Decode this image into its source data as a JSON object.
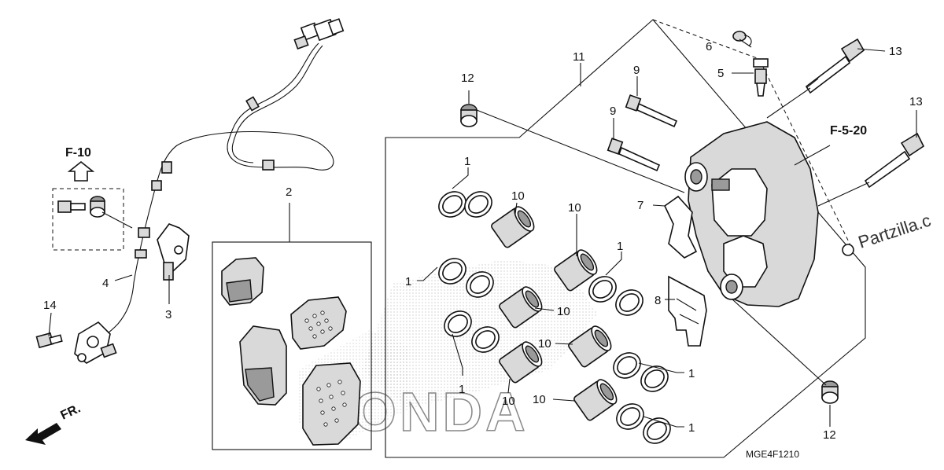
{
  "diagram": {
    "refs": {
      "f10": "F-10",
      "f520": "F-5-20",
      "front": "FR."
    },
    "drawing_code": "MGE4F1210",
    "watermark": "Partzilla.c",
    "brand_watermark": "HONDA",
    "callouts": [
      {
        "id": "c1a",
        "label": "1"
      },
      {
        "id": "c1b",
        "label": "1"
      },
      {
        "id": "c1c",
        "label": "1"
      },
      {
        "id": "c1d",
        "label": "1"
      },
      {
        "id": "c1e",
        "label": "1"
      },
      {
        "id": "c1f",
        "label": "1"
      },
      {
        "id": "c2",
        "label": "2"
      },
      {
        "id": "c3",
        "label": "3"
      },
      {
        "id": "c4",
        "label": "4"
      },
      {
        "id": "c5",
        "label": "5"
      },
      {
        "id": "c6",
        "label": "6"
      },
      {
        "id": "c7",
        "label": "7"
      },
      {
        "id": "c8",
        "label": "8"
      },
      {
        "id": "c9a",
        "label": "9"
      },
      {
        "id": "c9b",
        "label": "9"
      },
      {
        "id": "c10a",
        "label": "10"
      },
      {
        "id": "c10b",
        "label": "10"
      },
      {
        "id": "c10c",
        "label": "10"
      },
      {
        "id": "c10d",
        "label": "10"
      },
      {
        "id": "c10e",
        "label": "10"
      },
      {
        "id": "c10f",
        "label": "10"
      },
      {
        "id": "c11",
        "label": "11"
      },
      {
        "id": "c12a",
        "label": "12"
      },
      {
        "id": "c12b",
        "label": "12"
      },
      {
        "id": "c13a",
        "label": "13"
      },
      {
        "id": "c13b",
        "label": "13"
      },
      {
        "id": "c14",
        "label": "14"
      }
    ]
  }
}
